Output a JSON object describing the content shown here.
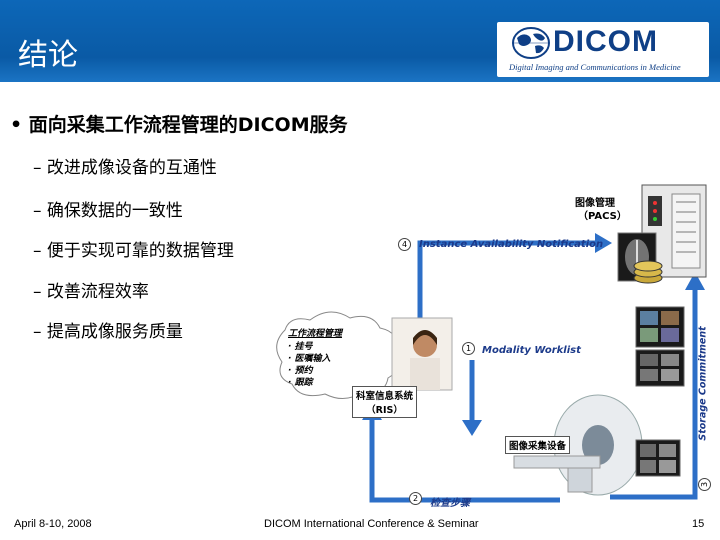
{
  "header": {
    "title": "结论",
    "logo": {
      "word": "DICOM",
      "subtitle": "Digital Imaging and Communications in Medicine"
    }
  },
  "content": {
    "main_bullet": "• 面向采集工作流程管理的DICOM服务",
    "sub_bullets": [
      "– 改进成像设备的互通性",
      "– 确保数据的一致性",
      "– 便于实现可靠的数据管理",
      "– 改善流程效率",
      "– 提高成像服务质量"
    ]
  },
  "diagram": {
    "pacs_label_1": "图像管理",
    "pacs_label_2": "（PACS）",
    "step4_num": "4",
    "step4_label": "Instance Availability Notification",
    "step1_num": "1",
    "step1_label": "Modality Worklist",
    "step2_num": "2",
    "step2_label": "检查步骤",
    "step3_num": "3",
    "step3_label": "Storage Commitment",
    "workflow_title": "工作流程管理",
    "workflow_items": [
      "· 挂号",
      "· 医嘱输入",
      "· 预约",
      "· 跟踪"
    ],
    "ris_label_1": "科室信息系统",
    "ris_label_2": "（RIS）",
    "modality_label": "图像采集设备"
  },
  "footer": {
    "date": "April 8-10, 2008",
    "conference": "DICOM International Conference & Seminar",
    "page": "15"
  }
}
